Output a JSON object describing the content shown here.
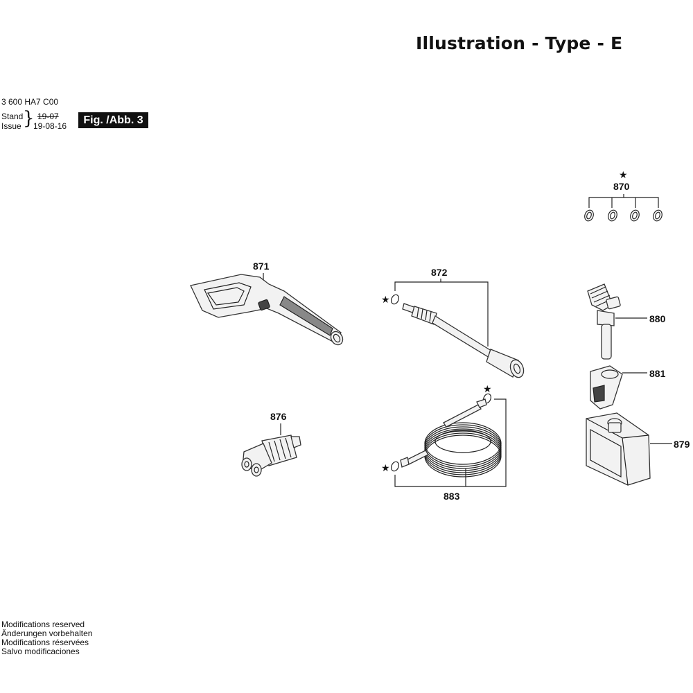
{
  "header": {
    "title": "Illustration - Type - E",
    "doc_number": "3 600 HA7 C00",
    "stand_label": "Stand",
    "stand_date": "19-07",
    "issue_label": "Issue",
    "issue_date": "19-08-16",
    "figure": "Fig. /Abb. 3"
  },
  "parts": [
    {
      "number": "870"
    },
    {
      "number": "871"
    },
    {
      "number": "872"
    },
    {
      "number": "876"
    },
    {
      "number": "879"
    },
    {
      "number": "880"
    },
    {
      "number": "881"
    },
    {
      "number": "883"
    }
  ],
  "markers": {
    "star": "★"
  },
  "footer": {
    "lines": [
      "Modifications reserved",
      "Änderungen vorbehalten",
      "Modifications réservées",
      "Salvo modificaciones"
    ]
  }
}
